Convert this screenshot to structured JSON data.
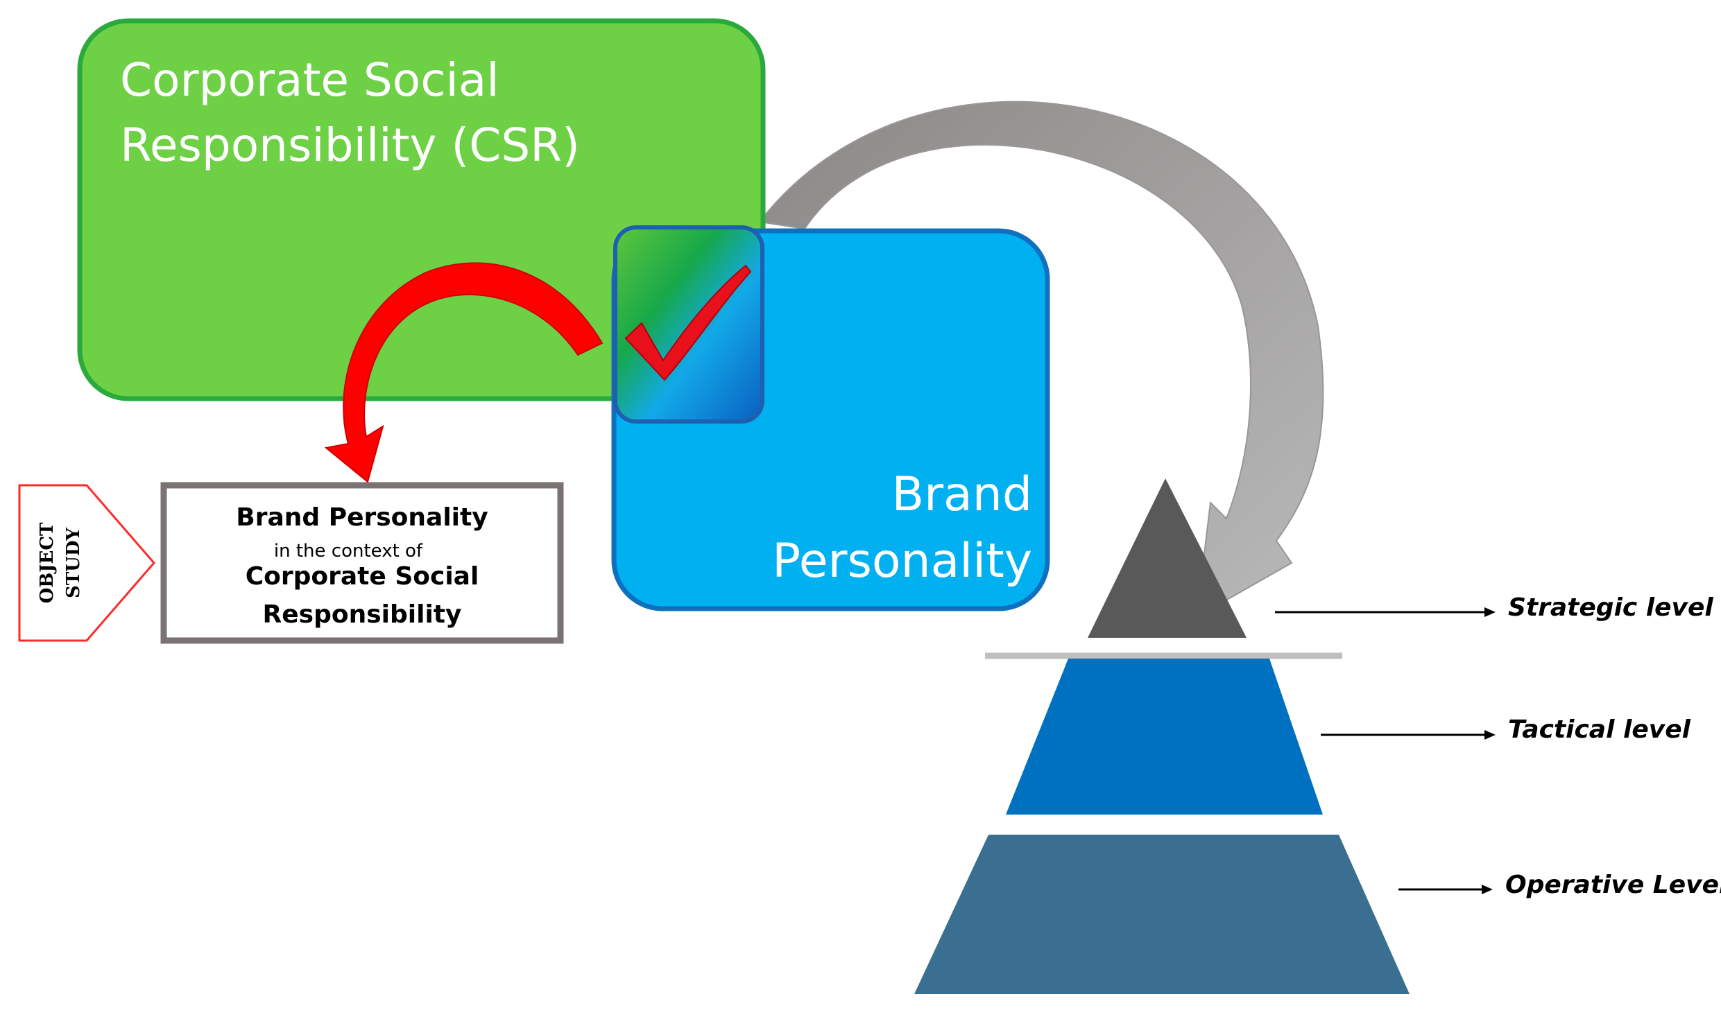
{
  "csr_box": {
    "title_line1": "Corporate Social",
    "title_line2": "Responsibility (CSR)",
    "fill": "#6ed045",
    "border": "#2aaa3c"
  },
  "brand_box": {
    "title_line1": "Brand",
    "title_line2": "Personality",
    "fill": "#00b0f0",
    "border": "#1070c0"
  },
  "object_study": {
    "tag_line1": "OBJECT",
    "tag_line2": "STUDY",
    "title": "Brand Personality",
    "connector": "in the context of",
    "subtitle_line1": "Corporate Social",
    "subtitle_line2": "Responsibility"
  },
  "pyramid": {
    "levels": [
      {
        "label": "Strategic level",
        "color": "#595959"
      },
      {
        "label": "Tactical level",
        "color": "#0070c0"
      },
      {
        "label": "Operative Level",
        "color": "#3a6f91"
      }
    ]
  },
  "icons": {
    "check": "checkmark-icon",
    "red_arrow": "curved-arrow-red",
    "gray_arrow": "curved-arrow-gray"
  },
  "colors": {
    "check": "#e8101a",
    "red_arrow": "#ff0000",
    "gray_arrow": "#a6a6a6"
  }
}
